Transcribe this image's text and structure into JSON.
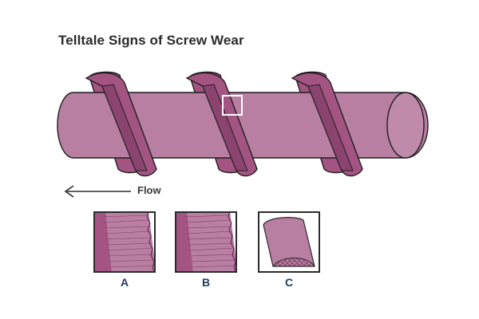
{
  "title": "Telltale Signs of Screw Wear",
  "flow_label": "Flow",
  "panels": [
    {
      "label": "A"
    },
    {
      "label": "B"
    },
    {
      "label": "C"
    }
  ],
  "colors": {
    "shaft": "#b97fa3",
    "shaft_dark": "#9c5b84",
    "flight": "#a45482",
    "flight_dark": "#7c3a62",
    "outline": "#1f1f1f",
    "panel_label": "#1c3d66",
    "highlight_box": "#ffffff"
  }
}
